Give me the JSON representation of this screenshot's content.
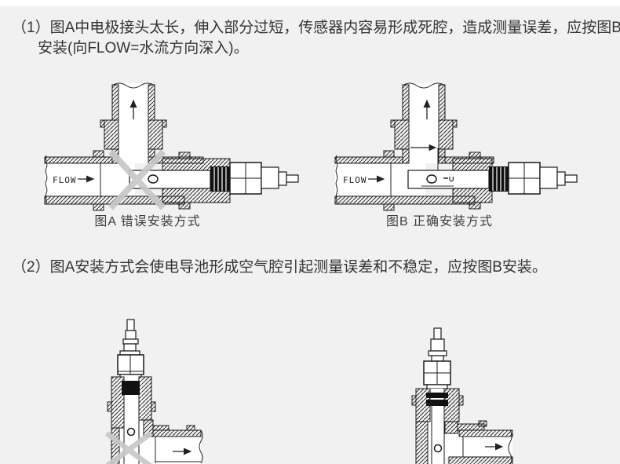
{
  "page": {
    "background_color": "#f1f1f2",
    "top_strip_color": "#ffffff",
    "text_color": "#333333",
    "drawing_line_color": "#1a1a1a",
    "cross_mark_color": "#c8c8c8"
  },
  "instructions": {
    "item1": "（1）图A中电极接头太长，伸入部分过短，传感器内容易形成死腔，造成测量误差，应按图B安装(向FLOW=水流方向深入)。",
    "item2": "（2）图A安装方式会使电导池形成空气腔引起测量误差和不稳定，应按图B安装。"
  },
  "figures": {
    "tee_row": {
      "wrong": {
        "caption": "图A 错误安装方式",
        "flow_label": "FLOW",
        "has_cross_mark": true
      },
      "correct": {
        "caption": "图B 正确安装方式",
        "flow_label": "FLOW",
        "has_cross_mark": false
      }
    },
    "elbow_row": {
      "wrong": {
        "has_cross_mark": true
      },
      "correct": {
        "has_cross_mark": false
      }
    }
  }
}
